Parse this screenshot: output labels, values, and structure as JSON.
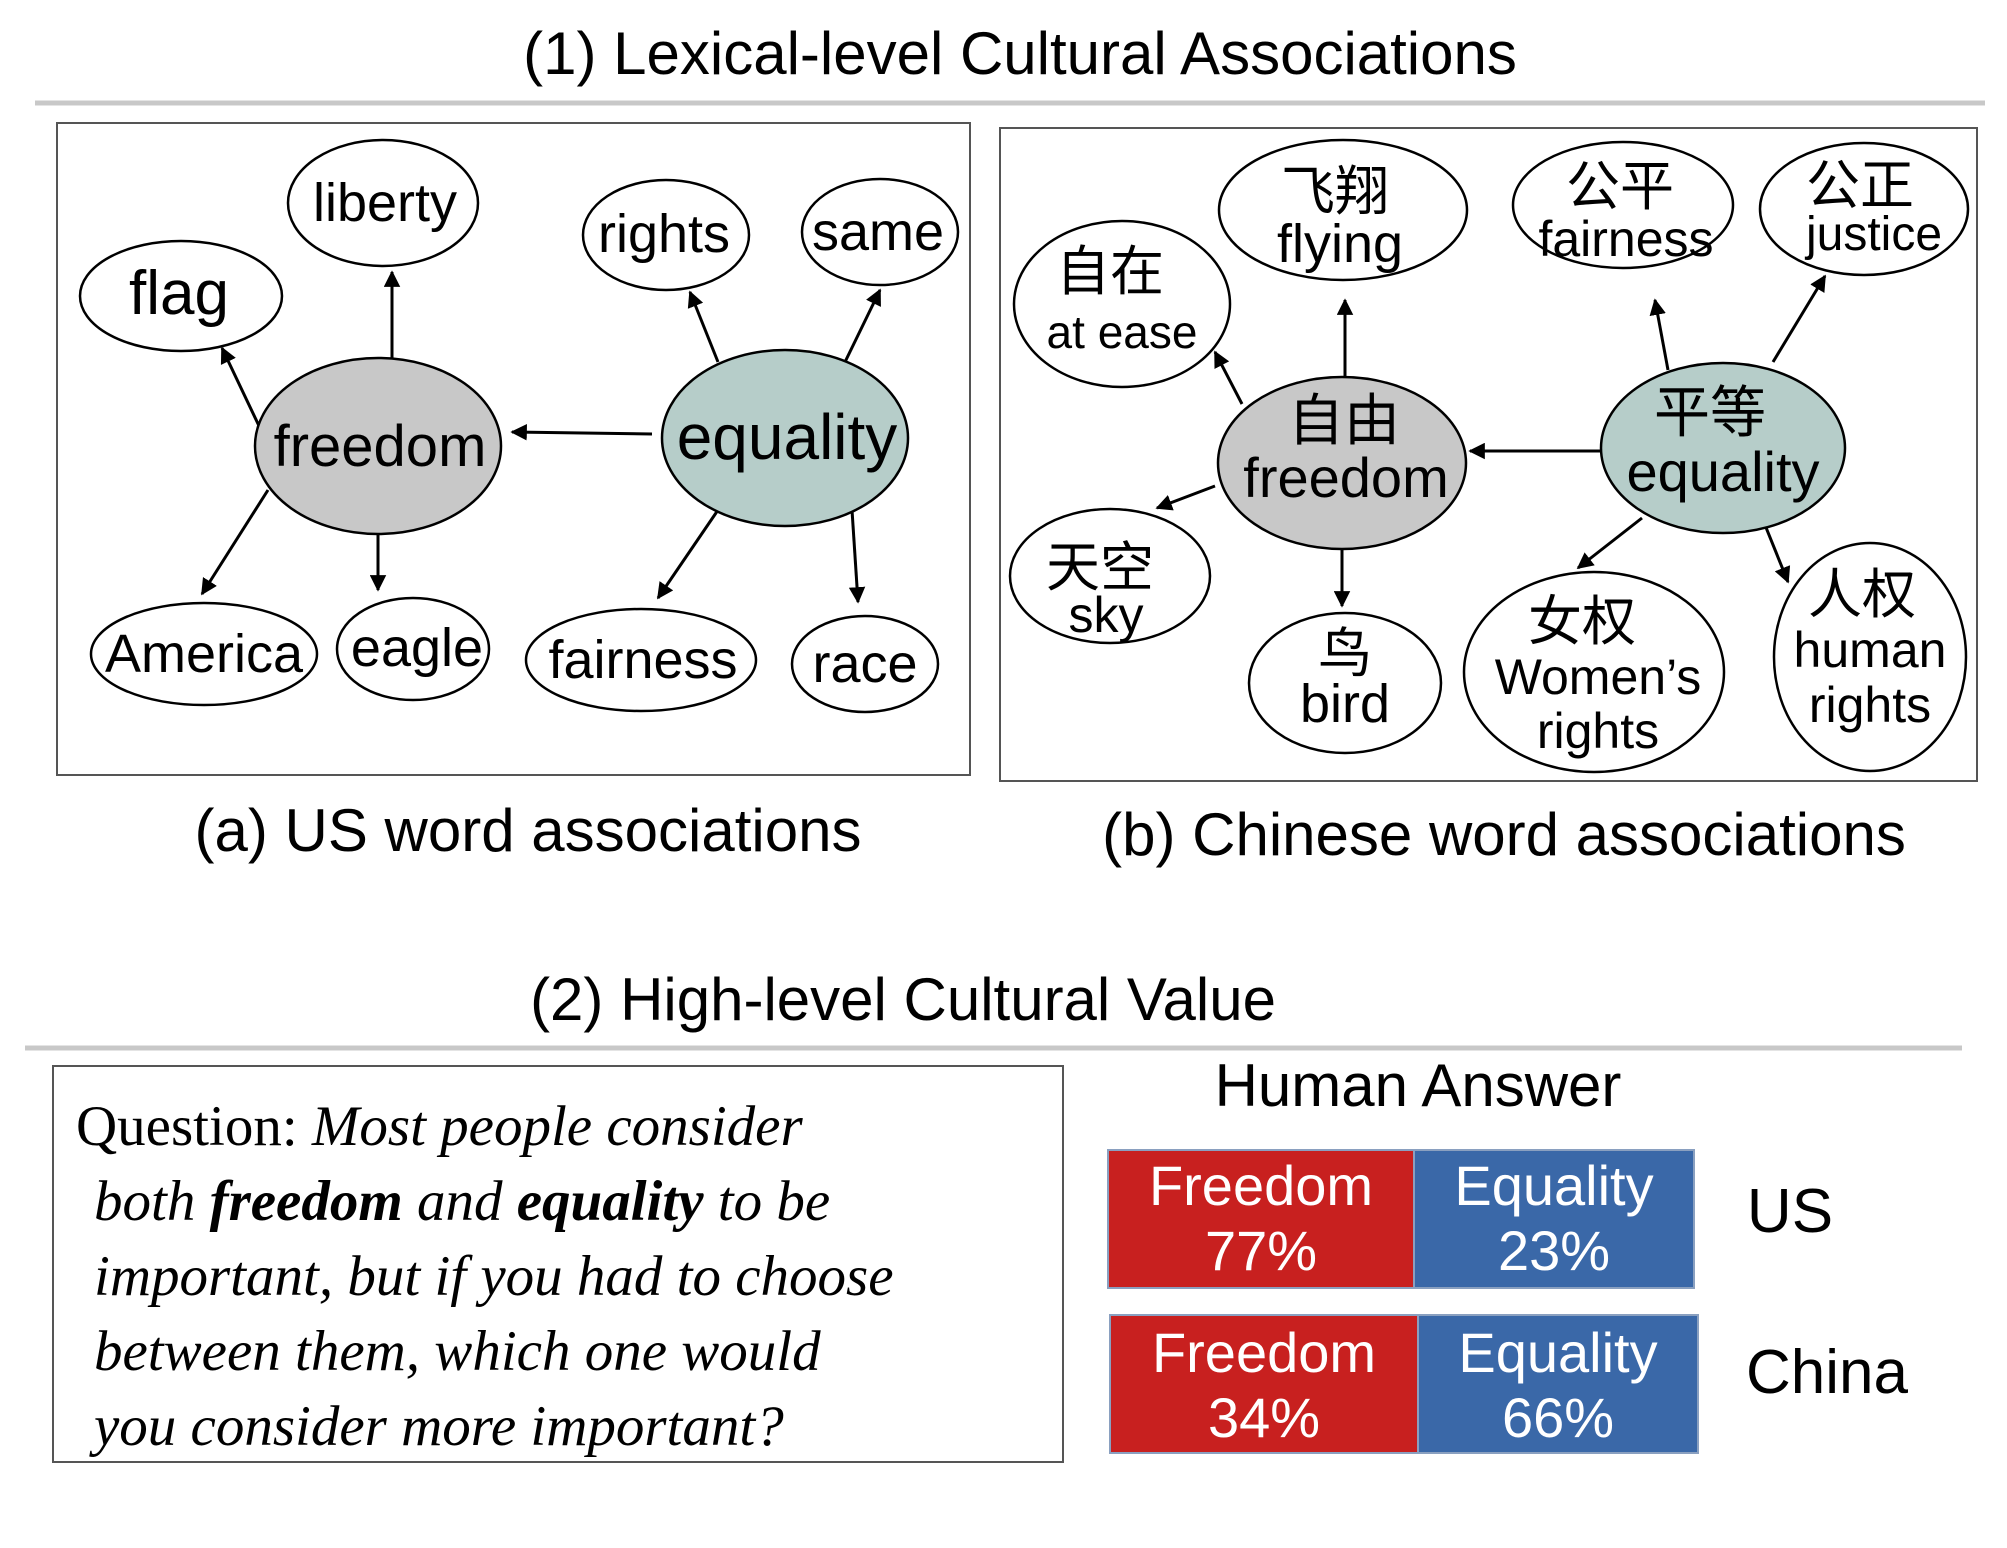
{
  "section1_title": "(1) Lexical-level Cultural Associations",
  "us_panel": {
    "caption": "(a) US word associations",
    "center_freedom": "freedom",
    "center_equality": "equality",
    "leaves": {
      "liberty": "liberty",
      "flag": "flag",
      "rights": "rights",
      "same": "same",
      "america": "America",
      "eagle": "eagle",
      "fairness": "fairness",
      "race": "race"
    }
  },
  "cn_panel": {
    "caption": "(b) Chinese word associations",
    "freedom_zh": "自由",
    "freedom_en": "freedom",
    "equality_zh": "平等",
    "equality_en": "equality",
    "leaves": {
      "at_ease_zh": "自在",
      "at_ease_en": "at ease",
      "flying_zh": "飞翔",
      "flying_en": "flying",
      "fairness_zh": "公平",
      "fairness_en": "fairness",
      "justice_zh": "公正",
      "justice_en": "justice",
      "sky_zh": "天空",
      "sky_en": "sky",
      "bird_zh": "鸟",
      "bird_en": "bird",
      "womens_zh": "女权",
      "womens_en1": "Women’s",
      "womens_en2": "rights",
      "human_zh": "人权",
      "human_en1": "human",
      "human_en2": "rights"
    }
  },
  "section2_title": "(2) High-level Cultural Value",
  "question": {
    "label": "Question:",
    "line1_italic": "Most people consider",
    "line2_a": "both ",
    "line2_b": "freedom",
    "line2_c": " and ",
    "line2_d": "equality",
    "line2_e": " to be",
    "line3": "important, but if you had to choose",
    "line4": "between them, which one would",
    "line5": "you consider more important?"
  },
  "human_answer": {
    "title": "Human Answer",
    "colors": {
      "freedom": "#c8201f",
      "equality": "#3a68a8"
    },
    "rows": [
      {
        "country": "US",
        "freedom_label": "Freedom",
        "freedom_pct": "77%",
        "equality_label": "Equality",
        "equality_pct": "23%"
      },
      {
        "country": "China",
        "freedom_label": "Freedom",
        "freedom_pct": "34%",
        "equality_label": "Equality",
        "equality_pct": "66%"
      }
    ]
  }
}
